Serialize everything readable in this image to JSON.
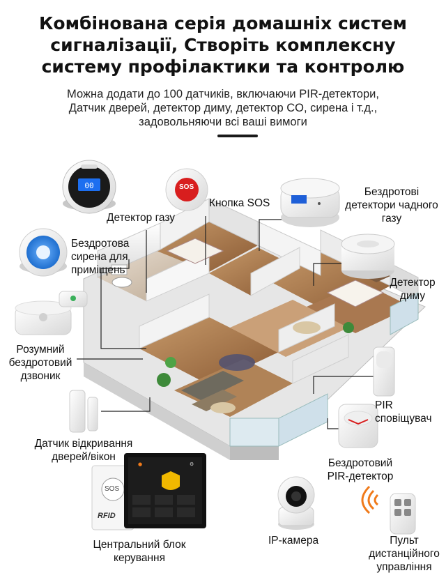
{
  "header": {
    "title_lines": [
      "Комбінована серія домашніх систем",
      "сигналізації, Створіть комплексну",
      "систему профілактики та контролю"
    ],
    "subtitle_lines": [
      "Можна додати до 100 датчиків, включаючи PIR-детектори,",
      "Датчик дверей, детектор диму, детектор CO, сирена і т.д.,",
      "задовольняючи всі ваші вимоги"
    ]
  },
  "devices": {
    "gas_detector": "Детектор газу",
    "sos_button": "Кнопка SOS",
    "sos_button_text": "SOS",
    "co_detector_lines": [
      "Бездротові",
      "детектори чадного",
      "газу"
    ],
    "siren_lines": [
      "Бездротова",
      "сирена для",
      "приміщень"
    ],
    "smoke_detector_lines": [
      "Детектор",
      "диму"
    ],
    "doorbell_lines": [
      "Розумний",
      "бездротовий",
      "дзвоник"
    ],
    "pir_alarm_lines": [
      "PIR",
      "сповіщувач"
    ],
    "door_sensor_lines": [
      "Датчик відкривання",
      "дверей/вікон"
    ],
    "wireless_pir_lines": [
      "Бездротовий",
      "PIR-детектор"
    ],
    "control_panel_lines": [
      "Центральний блок",
      "керування"
    ],
    "ip_camera": "IP-камера",
    "remote_lines": [
      "Пульт",
      "дистанційного",
      "управління"
    ],
    "panel_rfid": "RFID",
    "panel_sos": "SOS"
  },
  "colors": {
    "text": "#111111",
    "accent_blue": "#2a8be0",
    "siren_blue": "#2f86d8",
    "sos_red": "#d81e1e",
    "wifi_orange": "#f07a1a",
    "leader_line": "#222222"
  }
}
